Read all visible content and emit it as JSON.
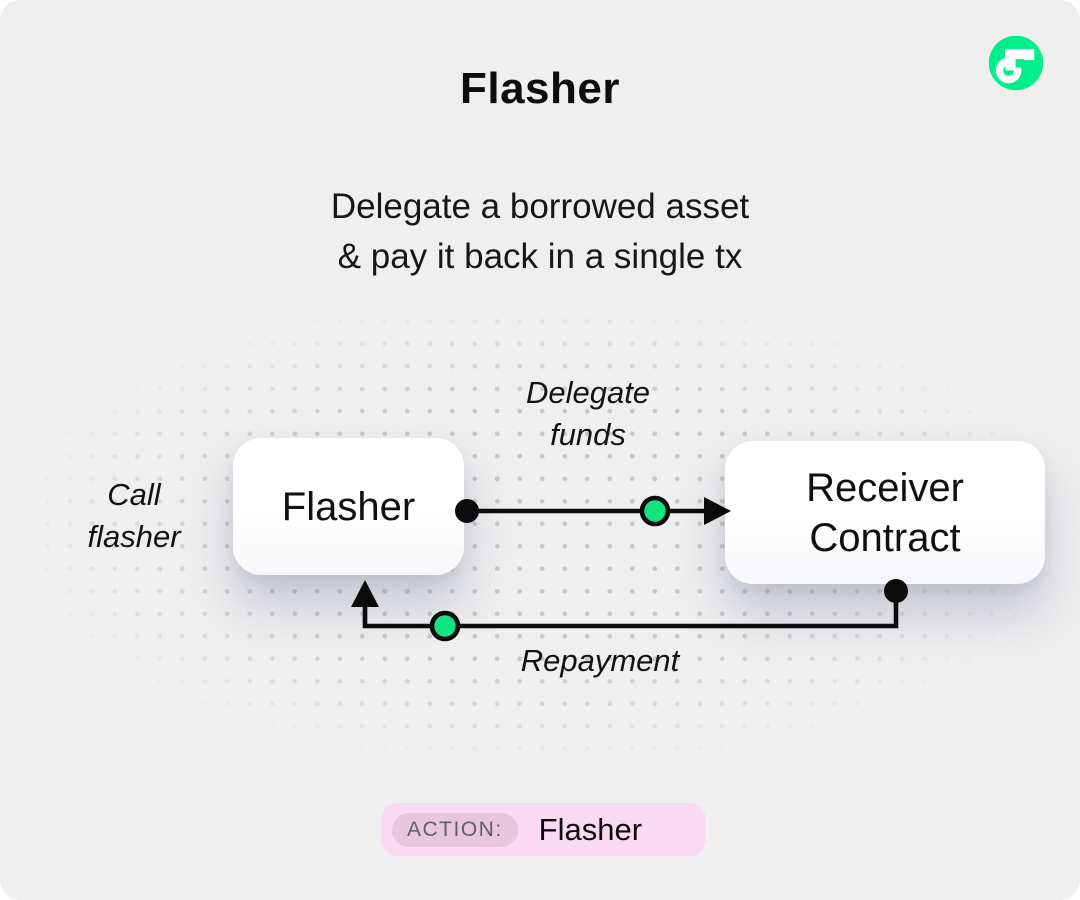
{
  "page": {
    "background": "#efefef"
  },
  "header": {
    "title": "Flasher",
    "subtitle_line1": "Delegate a borrowed asset",
    "subtitle_line2": "& pay it back in a single tx"
  },
  "logo": {
    "name": "flow-logo",
    "circle_color": "#00ef8b",
    "glyph_color": "#ffffff"
  },
  "diagram": {
    "flasher_node": {
      "label": "Flasher"
    },
    "receiver_node": {
      "label_line1": "Receiver",
      "label_line2": "Contract"
    },
    "call_label": {
      "line1": "Call",
      "line2": "flasher"
    },
    "delegate_label": {
      "line1": "Delegate",
      "line2": "funds"
    },
    "repayment_label": "Repayment",
    "node_green": "#14e383",
    "line_color": "#0b0b0b",
    "dot_grid_color": "#c7c7c9"
  },
  "action_badge": {
    "label": "ACTION:",
    "value": "Flasher",
    "outer_bg": "#f9d9f3",
    "label_bg": "#e7c6df",
    "label_color": "#606066"
  }
}
